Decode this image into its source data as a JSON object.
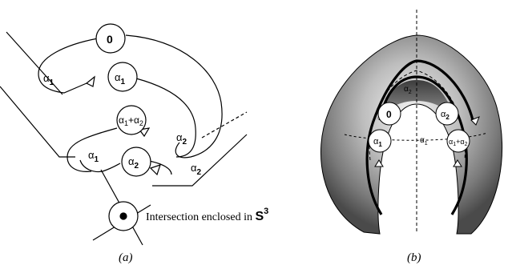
{
  "panel_a": {
    "caption": "(a)",
    "circles": {
      "top": "0",
      "alpha1": "α",
      "alpha1_sub": "1",
      "alpha12": "α",
      "alpha12_sub1": "1",
      "alpha12_plus": "+α",
      "alpha12_sub2": "2",
      "alpha2": "α",
      "alpha2_sub": "2"
    },
    "labels": {
      "a1_left": "α",
      "a1_left_sub": "1",
      "a2_mid": "α",
      "a2_mid_sub": "2",
      "a1_low": "α",
      "a1_low_sub": "1",
      "a2_low": "α",
      "a2_low_sub": "2"
    },
    "intersection_text": "Intersection enclosed in",
    "intersection_space": "S",
    "intersection_space_sup": "3"
  },
  "panel_b": {
    "caption": "(b)",
    "circles": {
      "zero": "0",
      "alpha2": "α",
      "alpha2_sub": "2",
      "alpha1": "α",
      "alpha1_sub": "1",
      "alpha12": "α",
      "alpha12_sub1": "1",
      "alpha12_plus": "+α",
      "alpha12_sub2": "2"
    },
    "labels": {
      "a2_axis": "α",
      "a2_axis_sub": "2",
      "a1_axis": "α",
      "a1_axis_sub": "1"
    }
  }
}
